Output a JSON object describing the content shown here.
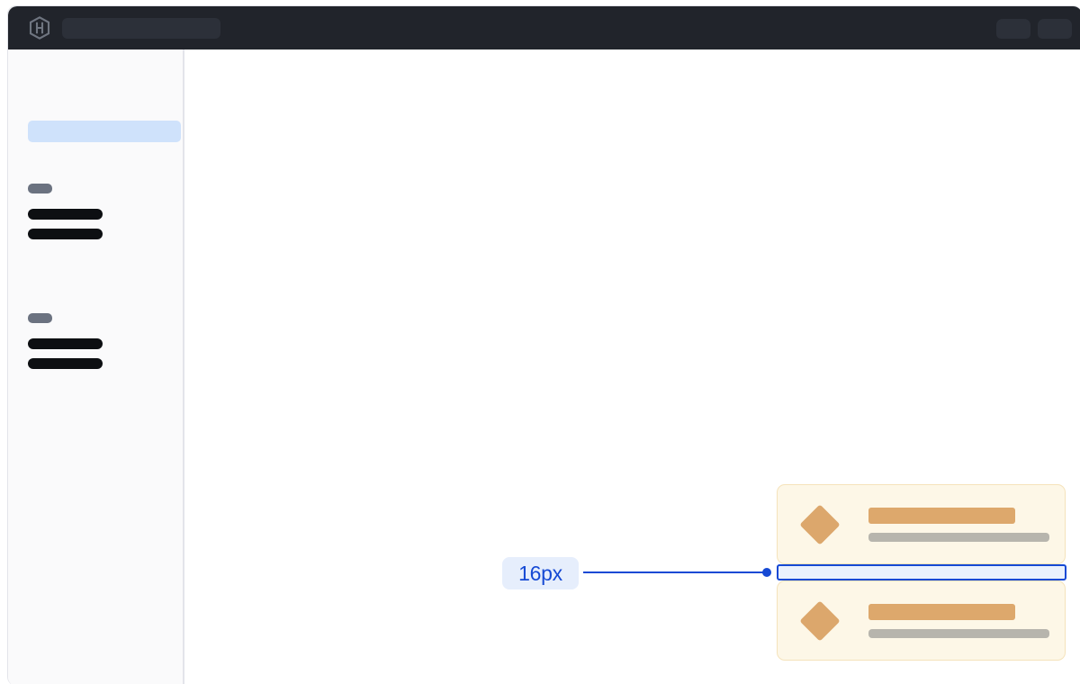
{
  "window": {
    "name": "design-canvas-window"
  },
  "topbar": {
    "logo_icon": "hexagon-logo-icon",
    "search": {
      "value": "",
      "placeholder": ""
    },
    "nav_items": [
      {
        "icon": "nav-placeholder-icon-1",
        "label": ""
      },
      {
        "icon": "nav-placeholder-icon-2",
        "label": ""
      }
    ]
  },
  "sidebar": {
    "collapse_handle_icon": "sidebar-collapse-handle-icon",
    "active_item": {
      "label": ""
    },
    "groups": [
      {
        "label": "",
        "items": [
          {
            "label": ""
          },
          {
            "label": ""
          }
        ]
      },
      {
        "label": "",
        "items": [
          {
            "label": ""
          },
          {
            "label": ""
          }
        ]
      }
    ]
  },
  "canvas": {
    "cards": [
      {
        "icon": "diamond-icon",
        "title": "",
        "subtitle": ""
      },
      {
        "icon": "diamond-icon",
        "title": "",
        "subtitle": ""
      }
    ],
    "measurement": {
      "value": "16px",
      "leader_dot_icon": "measure-endpoint-dot-icon"
    }
  },
  "colors": {
    "topbar_bg": "#21242b",
    "sidebar_bg": "#fafafb",
    "sidebar_active": "#cfe2fb",
    "card_bg": "#fdf7e7",
    "card_border": "#f5e3bb",
    "accent_orange": "#dda86c",
    "muted_gray": "#b7b5ad",
    "measure_blue": "#1549d4",
    "measure_badge_bg": "#e6eefc",
    "measure_fill": "#eaf1fd"
  }
}
